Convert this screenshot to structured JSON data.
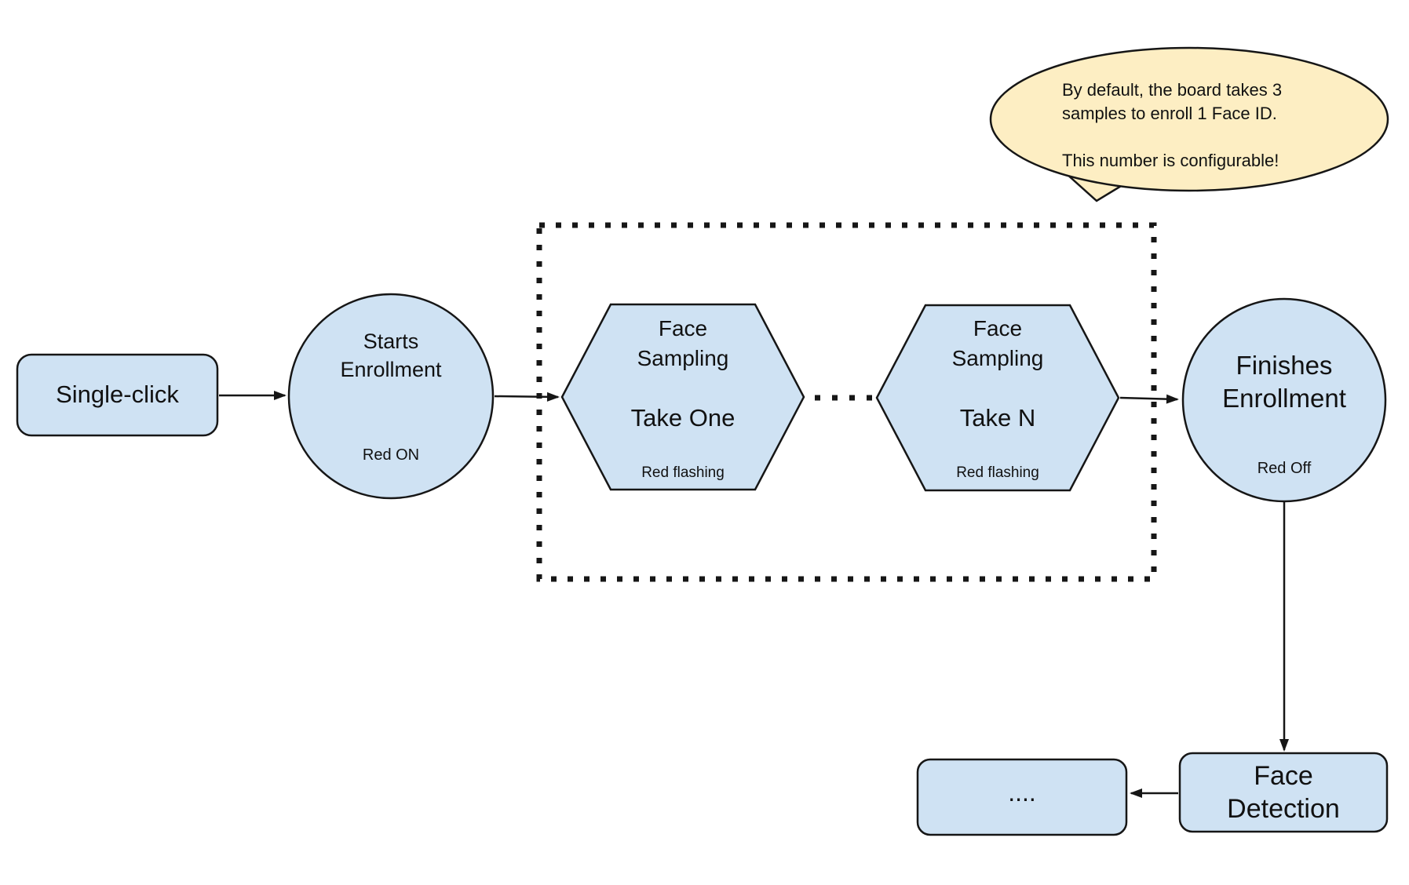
{
  "colors": {
    "node_fill": "#cfe2f3",
    "callout_fill": "#fdeec3",
    "line": "#161616"
  },
  "nodes": {
    "single_click": {
      "label": "Single-click"
    },
    "starts_enrollment": {
      "title": "Starts\nEnrollment",
      "status": "Red ON"
    },
    "take_one": {
      "title": "Face\nSampling",
      "step": "Take One",
      "status": "Red flashing"
    },
    "take_n": {
      "title": "Face\nSampling",
      "step": "Take N",
      "status": "Red flashing"
    },
    "finishes_enrollment": {
      "title": "Finishes\nEnrollment",
      "status": "Red Off"
    },
    "face_detection": {
      "label": "Face\nDetection"
    },
    "continuation": {
      "label": "...."
    }
  },
  "callout": {
    "text": "By default, the board takes 3\nsamples to enroll 1 Face ID.\n\nThis number is configurable!"
  }
}
